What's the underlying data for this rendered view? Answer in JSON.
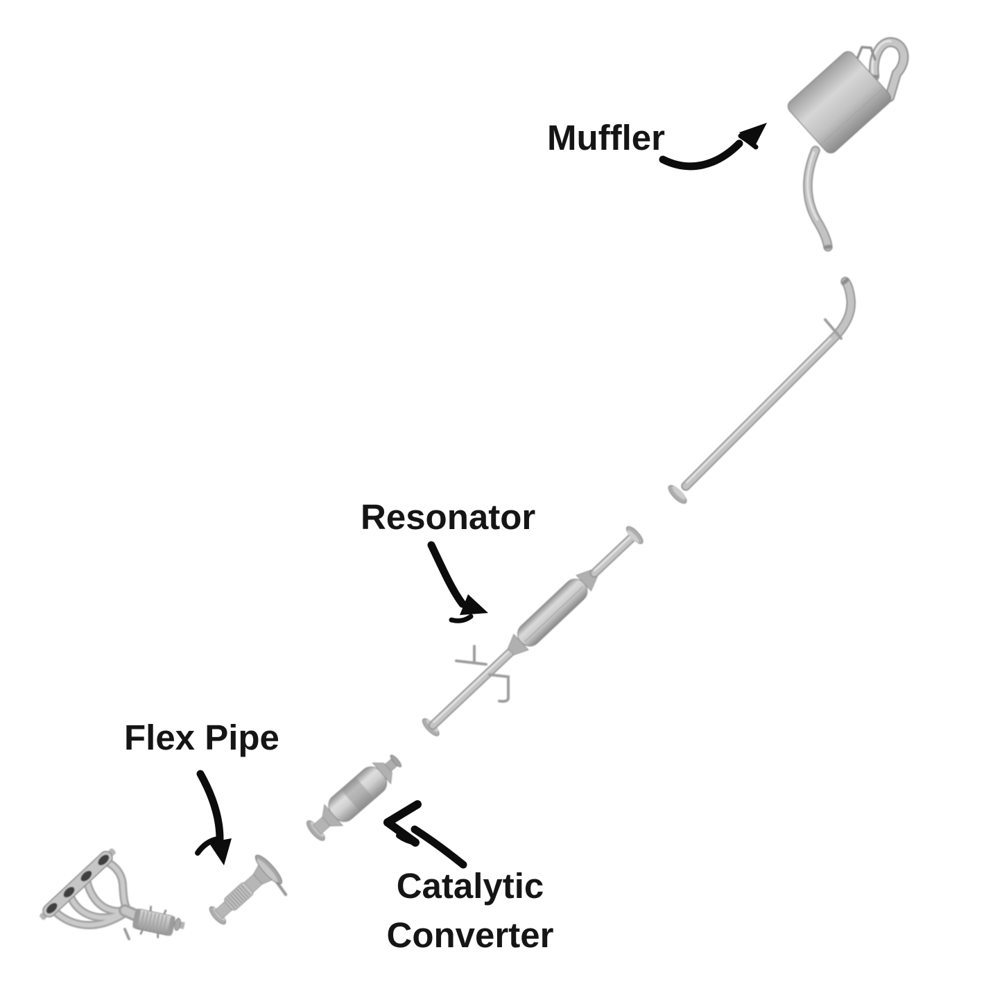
{
  "diagram": {
    "labels": {
      "muffler": "Muffler",
      "resonator": "Resonator",
      "flex_pipe": "Flex Pipe",
      "catalytic_converter": "Catalytic Converter"
    },
    "colors": {
      "background": "#ffffff",
      "label_text": "#151515",
      "arrow": "#0c0c0c",
      "part_light": "#dadada",
      "part_mid": "#b5b5b5",
      "part_dark": "#8a8a8a",
      "port_dark": "#3f3f3f"
    }
  }
}
